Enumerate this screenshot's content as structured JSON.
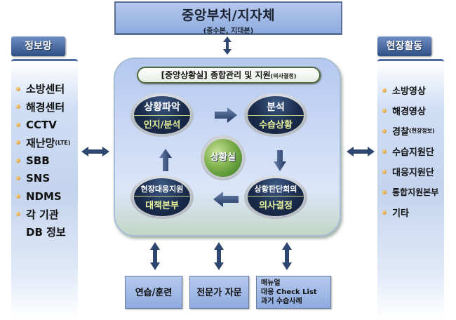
{
  "top": {
    "title": "중앙부처/지자체",
    "subtitle": "(중수본, 지대본)"
  },
  "left": {
    "header": "정보망",
    "items": [
      {
        "label": "소방센터",
        "suffix": "",
        "bullet": true
      },
      {
        "label": "해경센터",
        "suffix": "",
        "bullet": true
      },
      {
        "label": "CCTV",
        "suffix": "",
        "bullet": true
      },
      {
        "label": "재난망",
        "suffix": "(LTE)",
        "bullet": true
      },
      {
        "label": "SBB",
        "suffix": "",
        "bullet": true
      },
      {
        "label": "SNS",
        "suffix": "",
        "bullet": true
      },
      {
        "label": "NDMS",
        "suffix": "",
        "bullet": true
      },
      {
        "label": "각 기관",
        "suffix": "",
        "bullet": true
      },
      {
        "label": "DB 정보",
        "suffix": "",
        "bullet": false
      }
    ]
  },
  "right": {
    "header": "현장활동",
    "items": [
      {
        "label": "소방영상",
        "suffix": ""
      },
      {
        "label": "해경영상",
        "suffix": ""
      },
      {
        "label": "경찰",
        "suffix": "(현장정보)"
      },
      {
        "label": "수습지원단",
        "suffix": ""
      },
      {
        "label": "대응지원단",
        "suffix": ""
      },
      {
        "label": "통합지원본부",
        "suffix": ""
      },
      {
        "label": "기타",
        "suffix": ""
      }
    ]
  },
  "center": {
    "title": "[중앙상황실] 종합관리 및 지원",
    "title_suffix": "(의사결정)",
    "hub": "상황실",
    "steps": [
      {
        "top": "상황파악",
        "bottom": "인지/분석"
      },
      {
        "top": "분석",
        "bottom": "수습상황"
      },
      {
        "top": "상황판단회의",
        "bottom": "의사결정"
      },
      {
        "top": "현장대응지원",
        "bottom": "대책본부"
      }
    ]
  },
  "bottom": {
    "boxes": [
      {
        "lines": [
          "연습/훈련"
        ]
      },
      {
        "lines": [
          "전문가 자문"
        ]
      },
      {
        "lines": [
          "매뉴얼",
          "대응 Check List",
          "과거 수습사례"
        ]
      }
    ]
  },
  "colors": {
    "box_blue": "#8eabdf",
    "header_blue": "#2f4f86",
    "circle_navy": "#1b2c4c",
    "circle_text_accent": "#e6f09a",
    "hub_green": "#2f7a1f",
    "arrow": "#2e4770"
  }
}
